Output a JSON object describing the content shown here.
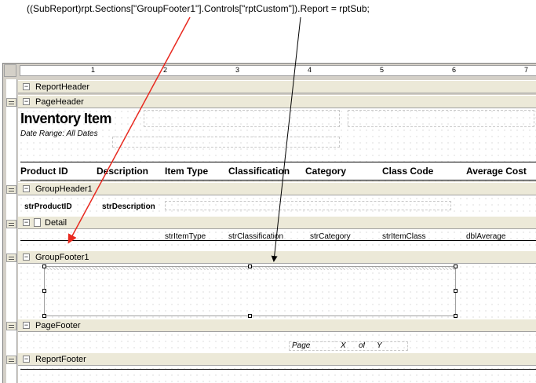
{
  "code_line": "((SubReport)rpt.Sections[\"GroupFooter1\"].Controls[\"rptCustom\"]).Report = rptSub;",
  "ruler": {
    "marks": [
      "1",
      "2",
      "3",
      "4",
      "5",
      "6",
      "7"
    ]
  },
  "sections": {
    "report_header": "ReportHeader",
    "page_header": "PageHeader",
    "group_header": "GroupHeader1",
    "detail": "Detail",
    "group_footer": "GroupFooter1",
    "page_footer": "PageFooter",
    "report_footer": "ReportFooter"
  },
  "page_header": {
    "title": "Inventory Item",
    "date_range": "Date Range: All Dates",
    "columns": [
      "Product ID",
      "Description",
      "Item Type",
      "Classification",
      "Category",
      "Class Code",
      "Average Cost"
    ]
  },
  "group_header": {
    "fields": [
      "strProductID",
      "strDescription"
    ]
  },
  "detail": {
    "fields": [
      "strItemType",
      "strClassification",
      "strCategory",
      "strItemClass",
      "dblAverage"
    ]
  },
  "page_footer": {
    "page_label": "Page",
    "x": "X",
    "of": "of",
    "y": "Y"
  },
  "colors": {
    "red_arrow": "#e8291f",
    "black_arrow": "#000000",
    "section_bar": "#ece9d8"
  }
}
